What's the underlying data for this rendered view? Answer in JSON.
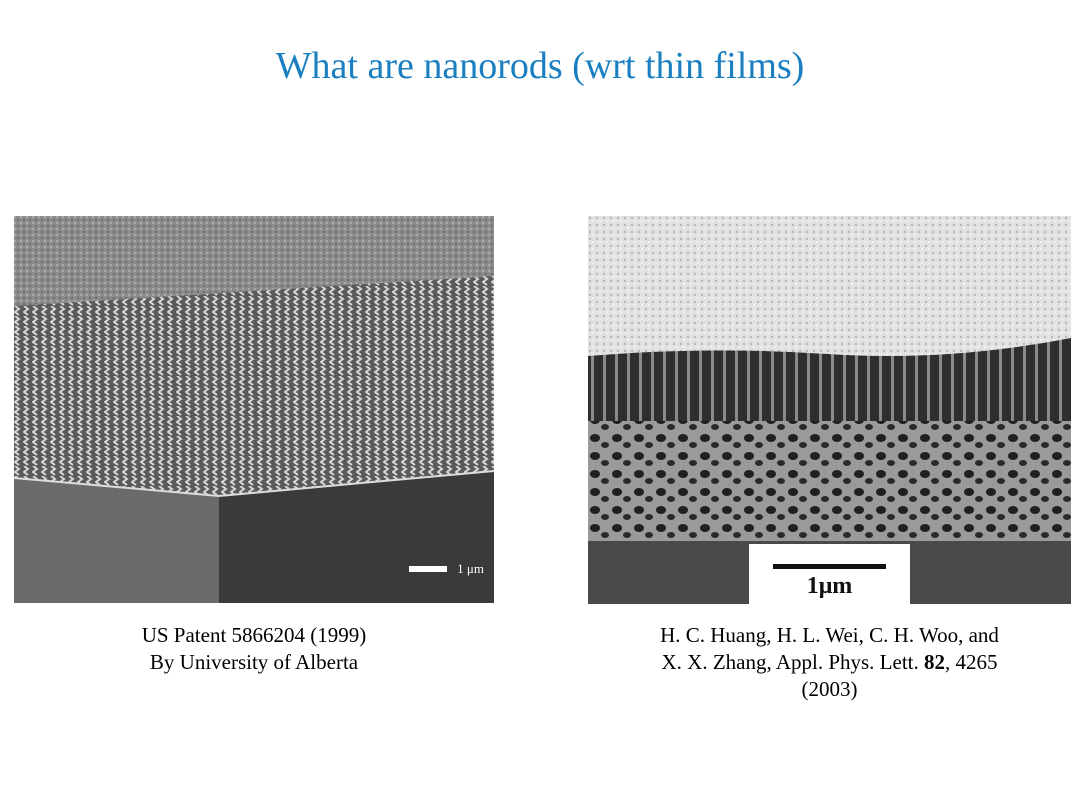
{
  "title": "What are nanorods (wrt thin films)",
  "figures": {
    "left": {
      "scale_label": "1 μm",
      "caption_line1": "US Patent 5866204 (1999)",
      "caption_line2": "By University of Alberta"
    },
    "right": {
      "scale_label": "1μm",
      "caption_line1": "H. C. Huang, H. L. Wei, C. H. Woo, and",
      "caption_line2_a": "X. X. Zhang, Appl. Phys. Lett. ",
      "caption_line2_b": "82",
      "caption_line2_c": ", 4265",
      "caption_line3": "(2003)"
    }
  },
  "colors": {
    "title": "#1a7fc1"
  }
}
